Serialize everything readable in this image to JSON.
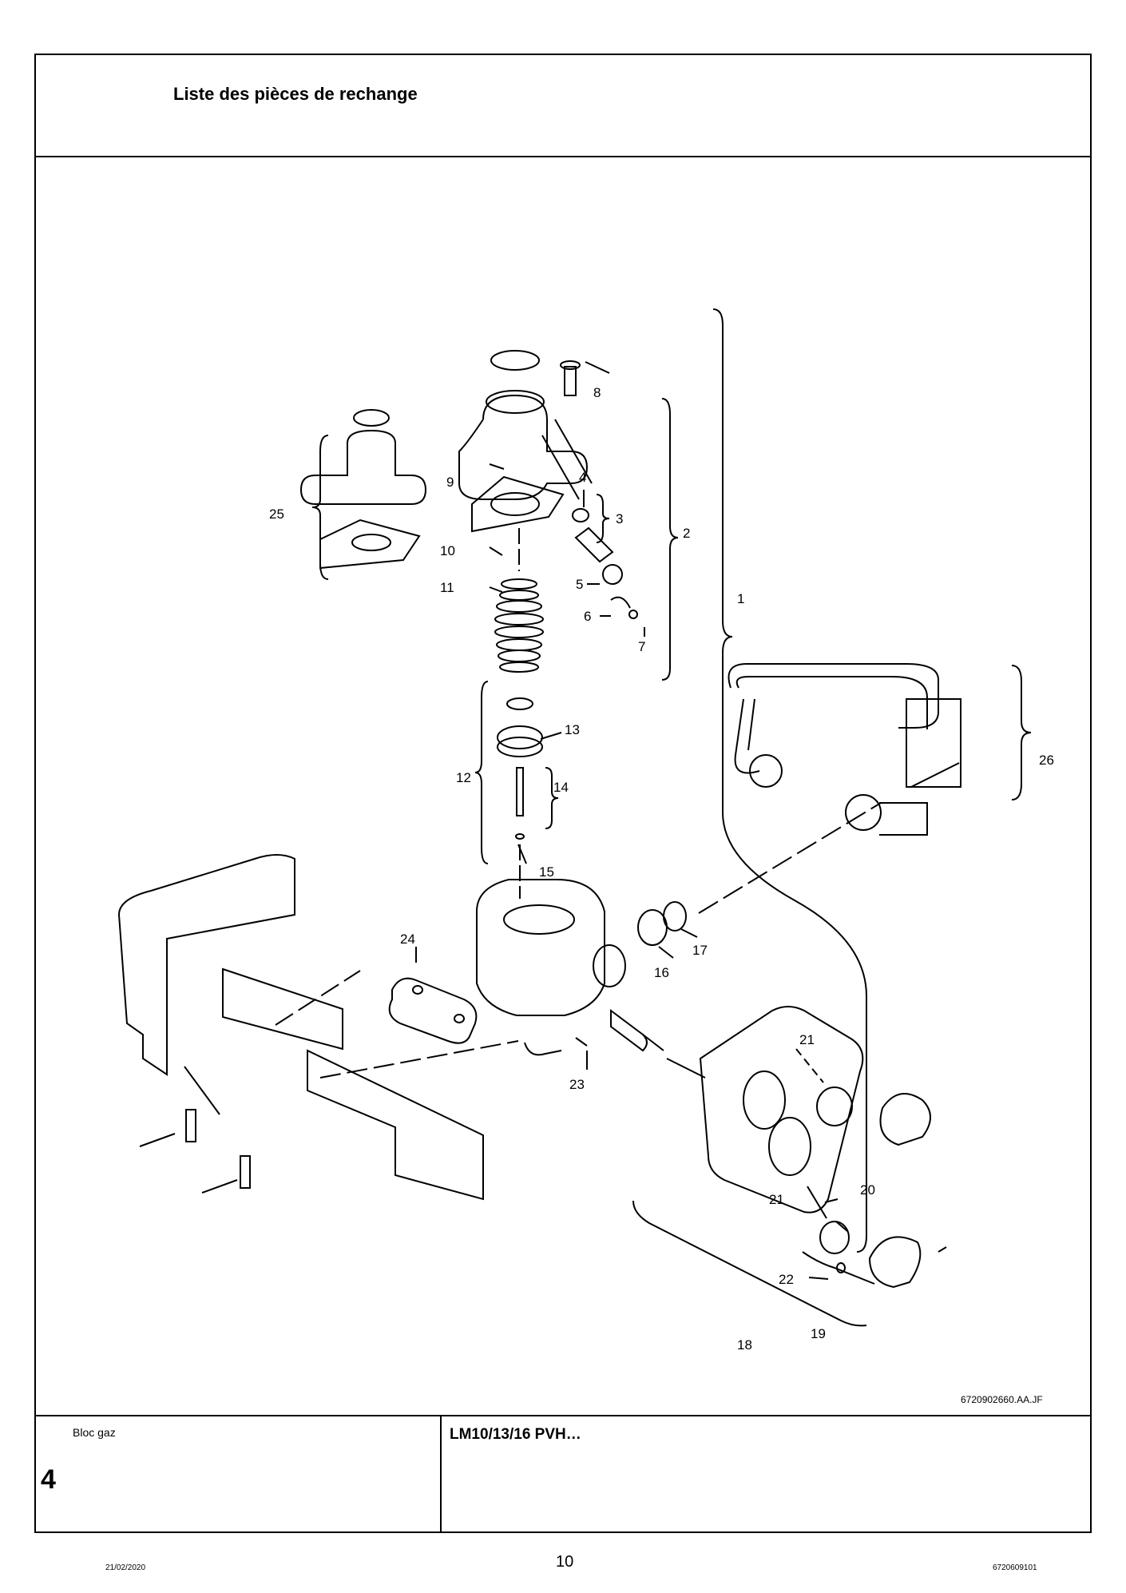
{
  "header": {
    "title": "Liste des pièces de rechange"
  },
  "drawing": {
    "reference": "6720902660.AA.JF",
    "callouts": [
      "1",
      "2",
      "3",
      "4",
      "5",
      "6",
      "7",
      "8",
      "9",
      "10",
      "11",
      "12",
      "13",
      "14",
      "15",
      "16",
      "17",
      "18",
      "19",
      "20",
      "21",
      "22",
      "23",
      "24",
      "25",
      "26"
    ]
  },
  "footer": {
    "section_label": "Bloc gaz",
    "section_number": "4",
    "model": "LM10/13/16 PVH…",
    "date": "21/02/2020",
    "page": "10",
    "doc_number": "6720609101"
  }
}
